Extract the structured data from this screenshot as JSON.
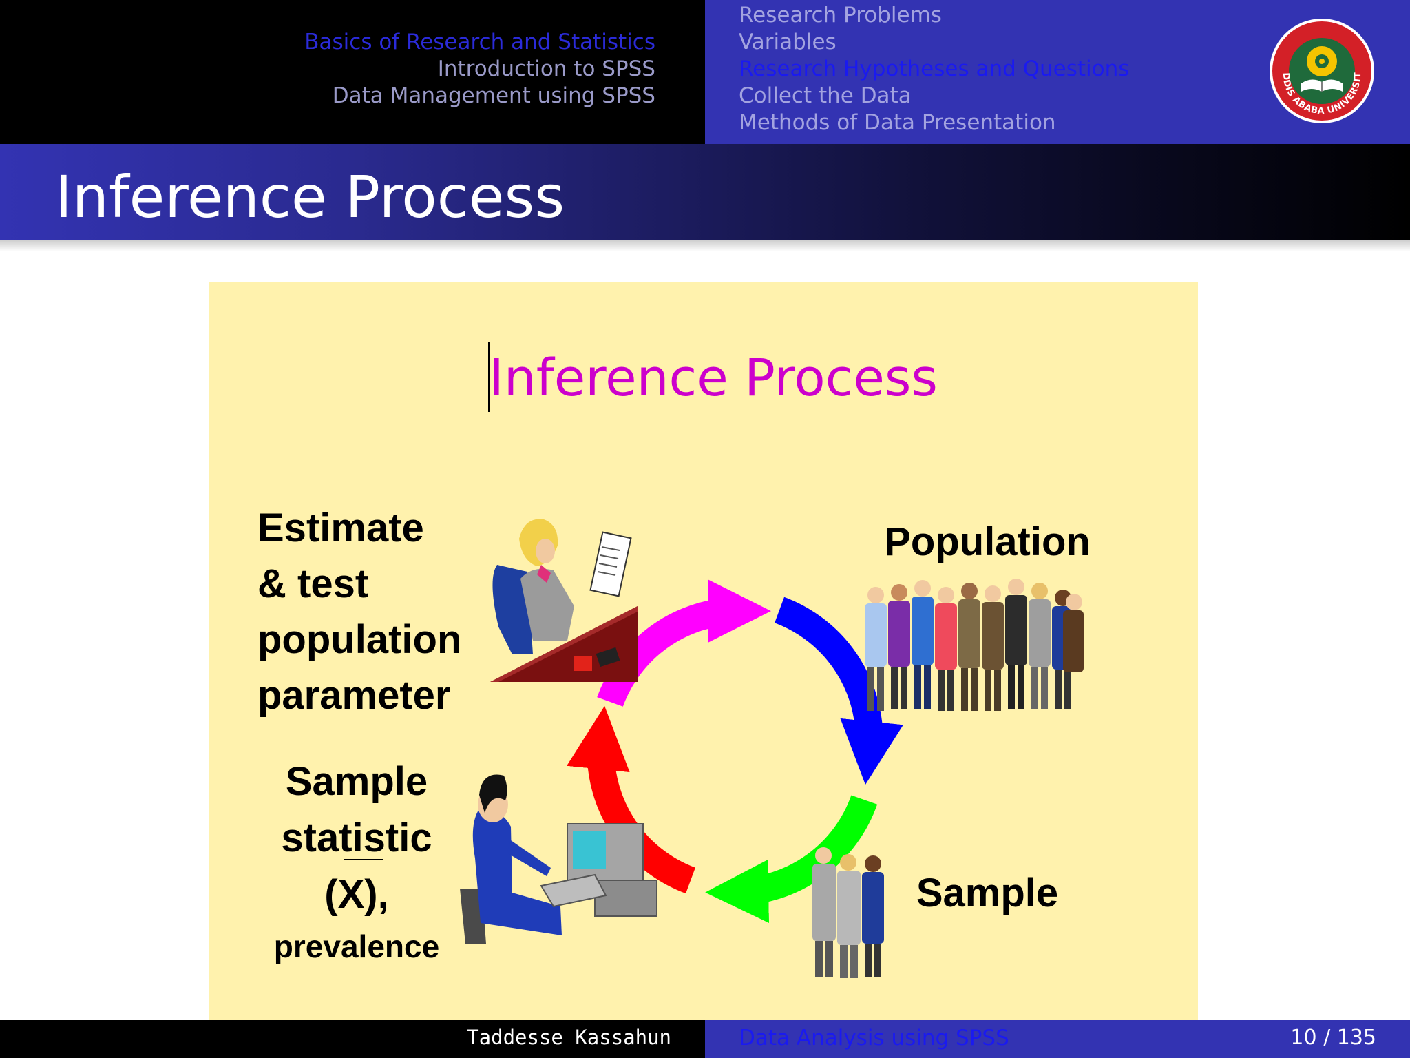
{
  "nav": {
    "sections": [
      {
        "label": "Basics of Research and Statistics",
        "current": true
      },
      {
        "label": "Introduction to SPSS",
        "current": false
      },
      {
        "label": "Data Management using SPSS",
        "current": false
      }
    ],
    "subsections": [
      {
        "label": "Research Problems",
        "current": false
      },
      {
        "label": "Variables",
        "current": false
      },
      {
        "label": "Research Hypotheses and Questions",
        "current": true
      },
      {
        "label": "Collect the Data",
        "current": false
      },
      {
        "label": "Methods of Data Presentation",
        "current": false
      }
    ]
  },
  "logo": {
    "text": "ADDIS ABABA UNIVERSITY"
  },
  "frame_title": "Inference Process",
  "diagram": {
    "title": "Inference Process",
    "estimate_label": [
      "Estimate",
      "& test",
      "population",
      "parameter"
    ],
    "population_label": "Population",
    "sample_label": "Sample",
    "statistic_label": [
      "Sample",
      "statistic",
      "(X),",
      "prevalence"
    ],
    "colors": {
      "magenta": "#ff00ff",
      "blue": "#0000ff",
      "green": "#00ff00",
      "red": "#ff0000",
      "title": "#cc00cc",
      "panel": "#fff2ad"
    }
  },
  "footer": {
    "author": "Taddesse Kassahun",
    "short_title": "Data Analysis using SPSS",
    "page": "10 / 135"
  }
}
